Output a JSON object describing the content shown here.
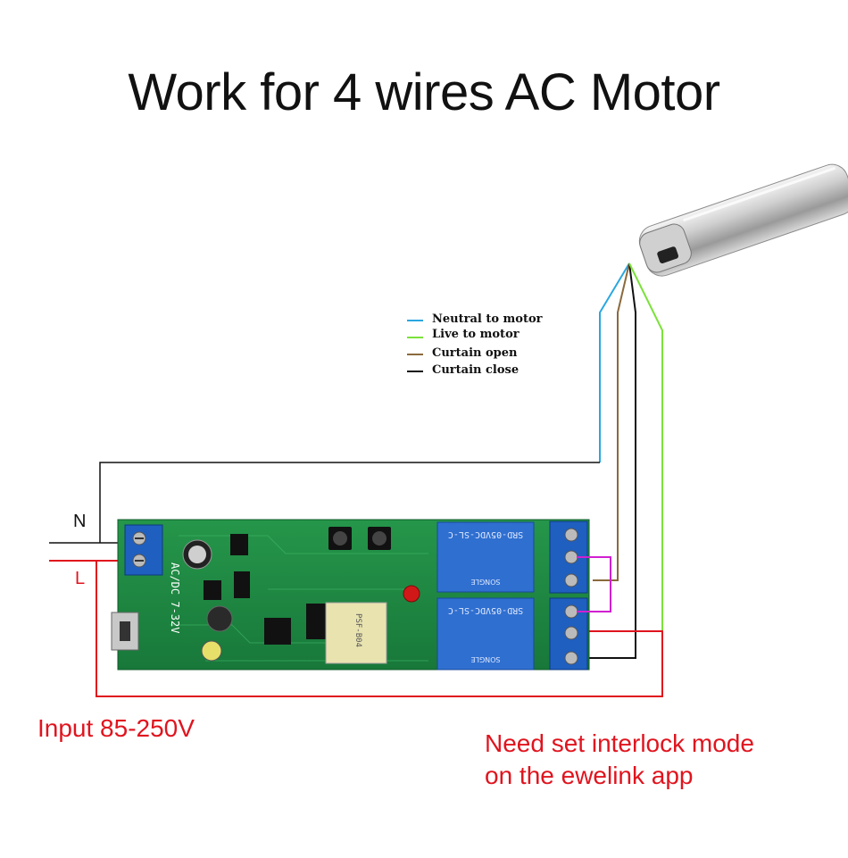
{
  "title": "Work for 4 wires AC Motor",
  "legend": [
    {
      "label": "Neutral to motor",
      "color": "#2aa7e0"
    },
    {
      "label": "Live to motor",
      "color": "#7be23a"
    },
    {
      "label": "Curtain open",
      "color": "#8a6a3c"
    },
    {
      "label": "Curtain close",
      "color": "#111111"
    }
  ],
  "wire_labels": {
    "neutral": "N",
    "live": "L"
  },
  "input_label": "Input 85-250V",
  "note_line1": "Need set interlock mode",
  "note_line2": "on the ewelink app",
  "board": {
    "dc_label": "AC/DC 7-32V",
    "relay_label": "SRD-05VDC-SL-C",
    "relay_brand": "SONGLE",
    "module_label": "PSF-B04"
  },
  "colors": {
    "red_wire": "#e0141e",
    "pcb": "#1f8a3a",
    "terminal": "#1f5fbf",
    "relay": "#2f6fd0",
    "jumper": "#d020d0"
  }
}
